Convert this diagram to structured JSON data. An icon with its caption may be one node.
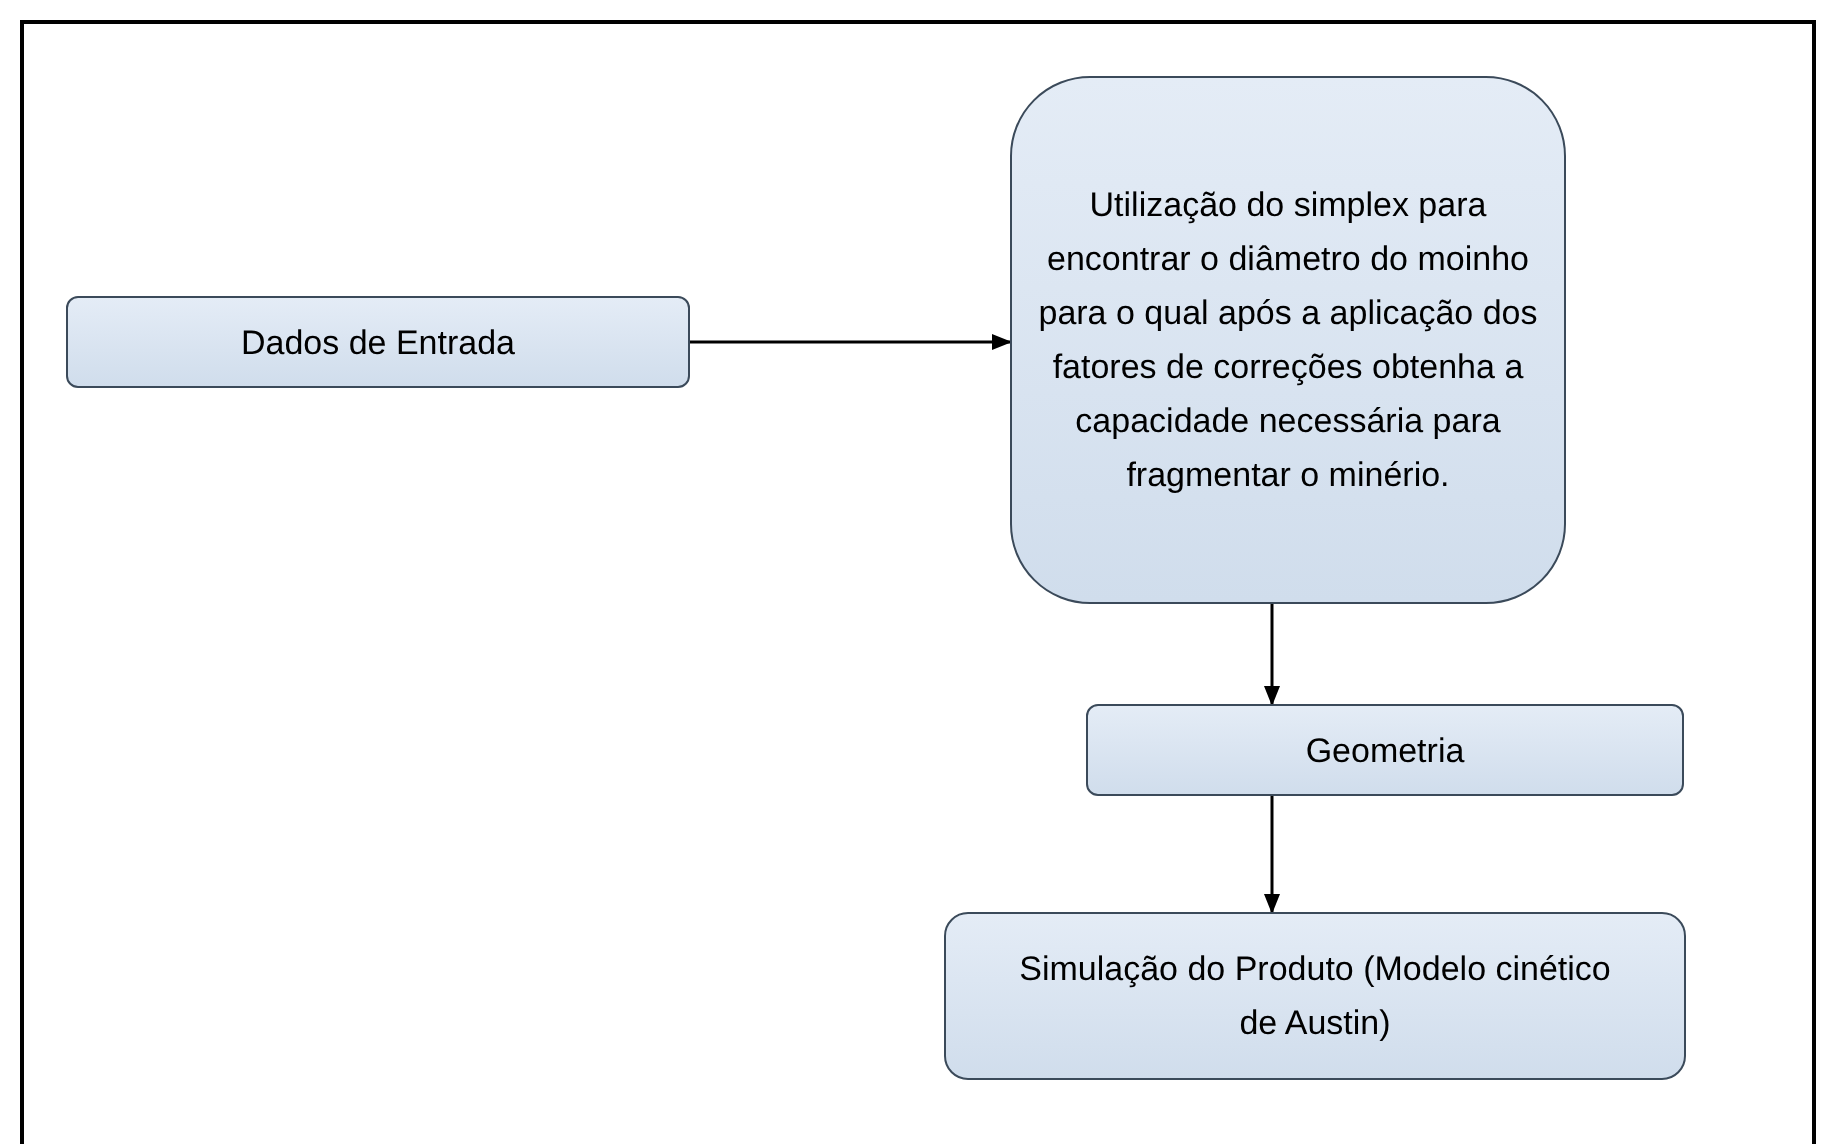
{
  "diagram": {
    "nodes": [
      {
        "text": [
          "Dados de Entrada"
        ]
      },
      {
        "text": [
          "Utilização do simplex para encontrar o diâmetro do moinho para o qual após a aplicação dos fatores de correções obtenha a capacidade necessária para fragmentar o minério."
        ]
      },
      {
        "text": [
          "Geometria"
        ]
      },
      {
        "text": [
          "Simulação do Produto (Modelo cinético de Austin)"
        ]
      }
    ],
    "edges": [
      {
        "from": 0,
        "to": 1,
        "arrow": "to"
      },
      {
        "from": 1,
        "to": 2,
        "arrow": "to"
      },
      {
        "from": 2,
        "to": 3,
        "arrow": "to"
      }
    ]
  }
}
